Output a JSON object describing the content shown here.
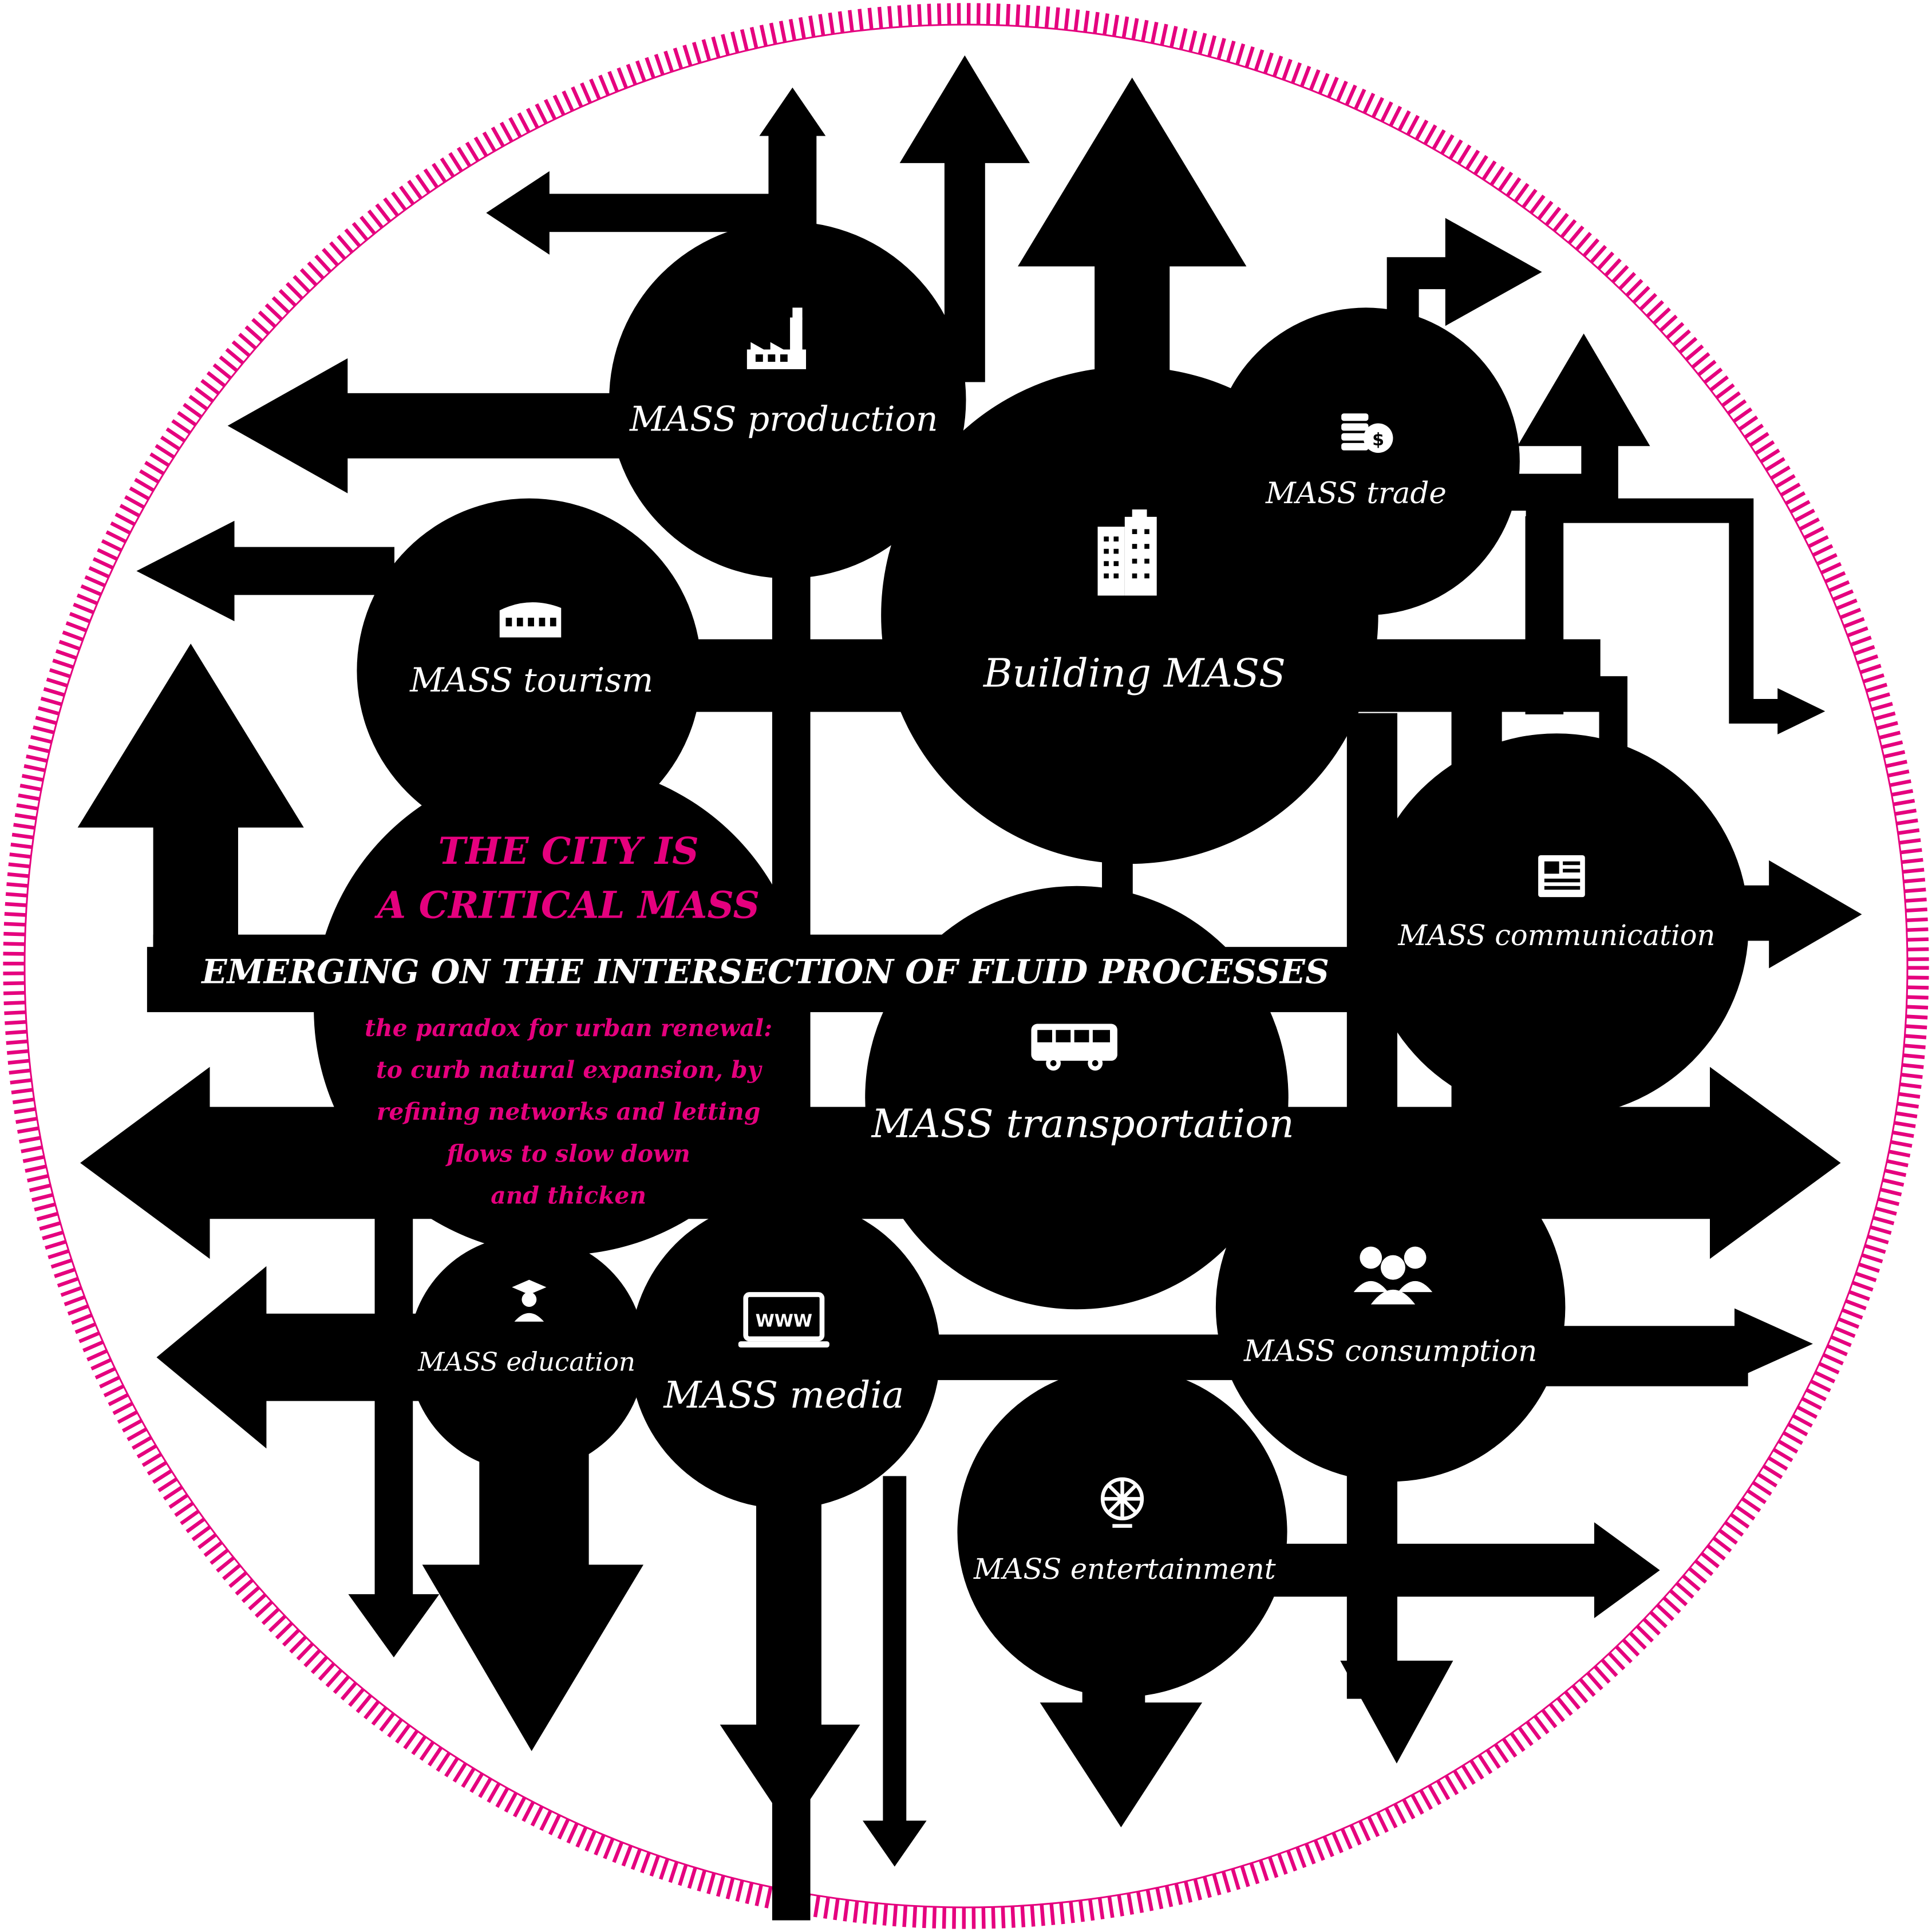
{
  "colors": {
    "accent": "#e5007e",
    "ink": "#000000",
    "paper": "#ffffff"
  },
  "headline": {
    "line1": "THE CITY IS",
    "line2": "A CRITICAL MASS",
    "subtitle": "EMERGING ON THE INTERSECTION OF FLUID PROCESSES",
    "paradox": [
      "the paradox for urban renewal:",
      "to curb natural expansion, by",
      "refining networks and letting",
      "flows to slow down",
      "and thicken"
    ]
  },
  "nodes": [
    {
      "id": "production",
      "label": "MASS production",
      "icon": "factory-icon"
    },
    {
      "id": "trade",
      "label": "MASS trade",
      "icon": "coins-icon"
    },
    {
      "id": "building",
      "label": "Building MASS",
      "icon": "buildings-icon"
    },
    {
      "id": "tourism",
      "label": "MASS tourism",
      "icon": "colosseum-icon"
    },
    {
      "id": "communication",
      "label": "MASS communication",
      "icon": "newspaper-icon"
    },
    {
      "id": "transportation",
      "label": "MASS transportation",
      "icon": "bus-icon"
    },
    {
      "id": "education",
      "label": "MASS education",
      "icon": "graduate-icon"
    },
    {
      "id": "media",
      "label": "MASS media",
      "icon": "www-laptop-icon"
    },
    {
      "id": "consumption",
      "label": "MASS consumption",
      "icon": "people-group-icon"
    },
    {
      "id": "entertainment",
      "label": "MASS entertainment",
      "icon": "ferris-wheel-icon"
    }
  ],
  "www_text": "WWW"
}
